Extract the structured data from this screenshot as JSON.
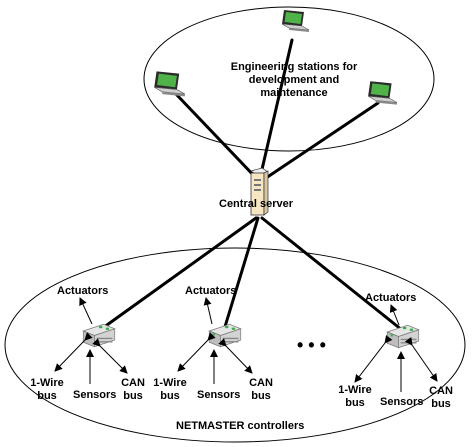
{
  "top_group": {
    "label_lines": [
      "Engineering stations for",
      "development and",
      "maintenance"
    ]
  },
  "server": {
    "label": "Central server"
  },
  "bottom_group": {
    "label": "NETMASTER controllers"
  },
  "controllers": [
    {
      "actuators": "Actuators",
      "wire_bus": [
        "1-Wire",
        "bus"
      ],
      "sensors": "Sensors",
      "can_bus": [
        "CAN",
        "bus"
      ]
    },
    {
      "actuators": "Actuators",
      "wire_bus": [
        "1-Wire",
        "bus"
      ],
      "sensors": "Sensors",
      "can_bus": [
        "CAN",
        "bus"
      ]
    },
    {
      "actuators": "Actuators",
      "wire_bus": [
        "1-Wire",
        "bus"
      ],
      "sensors": "Sensors",
      "can_bus": [
        "CAN",
        "bus"
      ]
    }
  ],
  "ellipsis": "• • •"
}
